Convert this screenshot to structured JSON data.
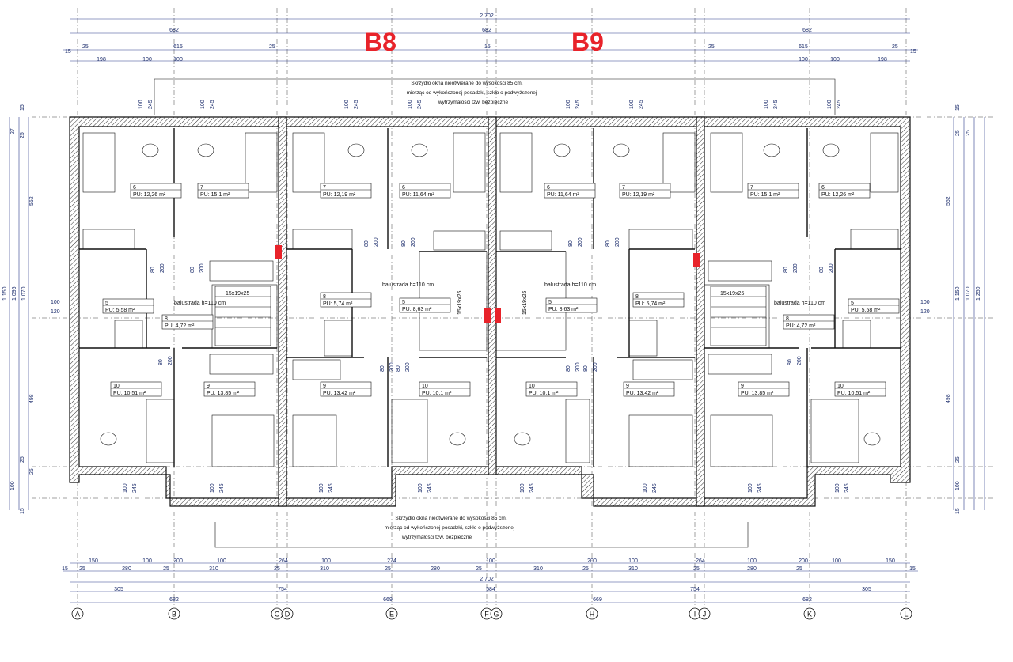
{
  "titles": {
    "left": "B8",
    "right": "B9"
  },
  "notes": {
    "top": [
      "Skrzydło okna nieotwierane do wysokości 85 cm,",
      "mierząc od wykończonej posadzki, szkło o podwyższonej",
      "wytrzymałości tzw. bezpieczne"
    ],
    "bottom": [
      "Skrzydło okna nieotwierane do wysokości 85 cm,",
      "mierząc od wykończonej posadzki, szkło o podwyższonej",
      "wytrzymałości tzw. bezpieczne"
    ]
  },
  "axes": [
    "A",
    "B",
    "C",
    "D",
    "E",
    "F",
    "G",
    "H",
    "I",
    "J",
    "K",
    "L"
  ],
  "dimensions": {
    "top_total": "2 702",
    "top_row1": [
      "682",
      "682",
      "682"
    ],
    "top_row2": [
      "15",
      "25",
      "615",
      "25",
      "15",
      "25",
      "615",
      "25",
      "15"
    ],
    "top_row3": [
      "198",
      "100",
      "100",
      "100",
      "100",
      "198"
    ],
    "bottom_row1": [
      "150",
      "100",
      "200",
      "100",
      "264",
      "100",
      "274",
      "100",
      "200",
      "100",
      "264",
      "100",
      "200",
      "100",
      "150"
    ],
    "bottom_row2": [
      "15",
      "25",
      "280",
      "25",
      "310",
      "25",
      "310",
      "25",
      "280",
      "25",
      "310",
      "25",
      "310",
      "25",
      "280",
      "25",
      "15"
    ],
    "bottom_total": "2 702",
    "bottom_row3": [
      "305",
      "754",
      "584",
      "754",
      "305"
    ],
    "bottom_row4": [
      "682",
      "669",
      "669",
      "682"
    ],
    "left_side": [
      "15",
      "27",
      "25",
      "552",
      "1 150",
      "1 095",
      "1 070",
      "498",
      "25",
      "25",
      "100",
      "15"
    ],
    "right_side": [
      "15",
      "25",
      "25",
      "552",
      "1 150",
      "1 070",
      "1 250",
      "498",
      "25",
      "100",
      "15"
    ],
    "window_tags": [
      "100",
      "245"
    ],
    "mid": [
      "100",
      "120"
    ]
  },
  "rooms": [
    {
      "id": "6",
      "area": "PU: 12,26 m²"
    },
    {
      "id": "7",
      "area": "PU: 15,1 m²"
    },
    {
      "id": "7",
      "area": "PU: 12,19 m²"
    },
    {
      "id": "6",
      "area": "PU: 11,64 m²"
    },
    {
      "id": "6",
      "area": "PU: 11,64 m²"
    },
    {
      "id": "7",
      "area": "PU: 12,19 m²"
    },
    {
      "id": "7",
      "area": "PU: 15,1 m²"
    },
    {
      "id": "6",
      "area": "PU: 12,26 m²"
    },
    {
      "id": "5",
      "area": "PU: 5,58 m²"
    },
    {
      "id": "8",
      "area": "PU: 4,72 m²"
    },
    {
      "id": "8",
      "area": "PU: 5,74 m²"
    },
    {
      "id": "5",
      "area": "PU: 8,63 m²"
    },
    {
      "id": "5",
      "area": "PU: 8,63 m²"
    },
    {
      "id": "8",
      "area": "PU: 5,74 m²"
    },
    {
      "id": "8",
      "area": "PU: 4,72 m²"
    },
    {
      "id": "5",
      "area": "PU: 5,58 m²"
    },
    {
      "id": "10",
      "area": "PU: 10,51 m²"
    },
    {
      "id": "9",
      "area": "PU: 13,85 m²"
    },
    {
      "id": "9",
      "area": "PU: 13,42 m²"
    },
    {
      "id": "10",
      "area": "PU: 10,1 m²"
    },
    {
      "id": "10",
      "area": "PU: 10,1 m²"
    },
    {
      "id": "9",
      "area": "PU: 13,42 m²"
    },
    {
      "id": "9",
      "area": "PU: 13,85 m²"
    },
    {
      "id": "10",
      "area": "PU: 10,51 m²"
    }
  ],
  "balustrade": "balustrada h=110 cm",
  "stairs": "15x19x25",
  "door_dims": [
    "80",
    "200"
  ],
  "colors": {
    "title": "#e8232a",
    "dimension": "#1a2b6b",
    "wall": "#111111"
  }
}
